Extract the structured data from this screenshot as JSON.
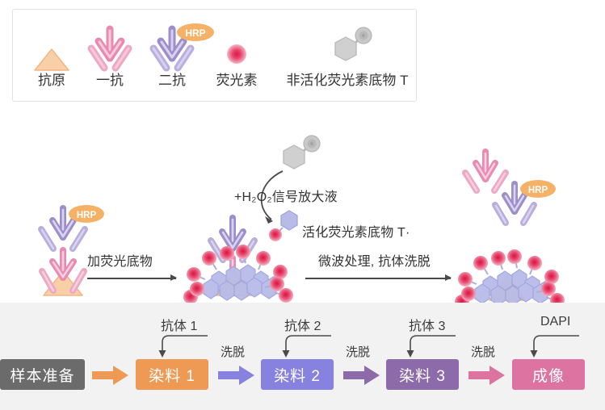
{
  "legend": {
    "items": [
      {
        "icon": "antigen-triangle-icon",
        "label": "抗原"
      },
      {
        "icon": "primary-antibody-icon",
        "label": "一抗"
      },
      {
        "icon": "secondary-antibody-hrp-icon",
        "label": "二抗",
        "badge": "HRP"
      },
      {
        "icon": "fluorophore-dot-icon",
        "label": "荧光素"
      },
      {
        "icon": "inactive-substrate-hexagon-icon",
        "label": "非活化荧光素底物 T"
      }
    ]
  },
  "diagram": {
    "step1_arrow_label": "加荧光底物",
    "step2_arrow_label": "微波处理, 抗体洗脱",
    "reagent_label": "+H₂O₂信号放大液",
    "activated_label": "活化荧光素底物 T·",
    "hrp_badge": "HRP"
  },
  "workflow": {
    "start_box": {
      "label": "样本准备",
      "color": "#6b6b6b"
    },
    "steps": [
      {
        "label": "染料 1",
        "color": "#ef9a54",
        "top_label": "抗体 1",
        "elute_label": "洗脱",
        "arrow_color": "#ef9a54"
      },
      {
        "label": "染料 2",
        "color": "#8781e0",
        "top_label": "抗体 2",
        "elute_label": "洗脱",
        "arrow_color": "#8781e0"
      },
      {
        "label": "染料 3",
        "color": "#8d6bab",
        "top_label": "抗体 3",
        "elute_label": "洗脱",
        "arrow_color": "#8d6bab"
      },
      {
        "label": "成像",
        "color": "#dd73a0",
        "top_label": "DAPI",
        "elute_label": "",
        "arrow_color": "#dd73a0"
      }
    ]
  },
  "colors": {
    "antigen": "#f6c79a",
    "primary_antibody": "#eda8c4",
    "secondary_antibody": "#a99cd4",
    "hrp_badge": "#f5b266",
    "fluorophore": "#e8607f",
    "substrate_hexagon": "#b5b9e8",
    "inactive_hexagon": "#c9c9c9",
    "band_background": "#f2f2f2"
  }
}
